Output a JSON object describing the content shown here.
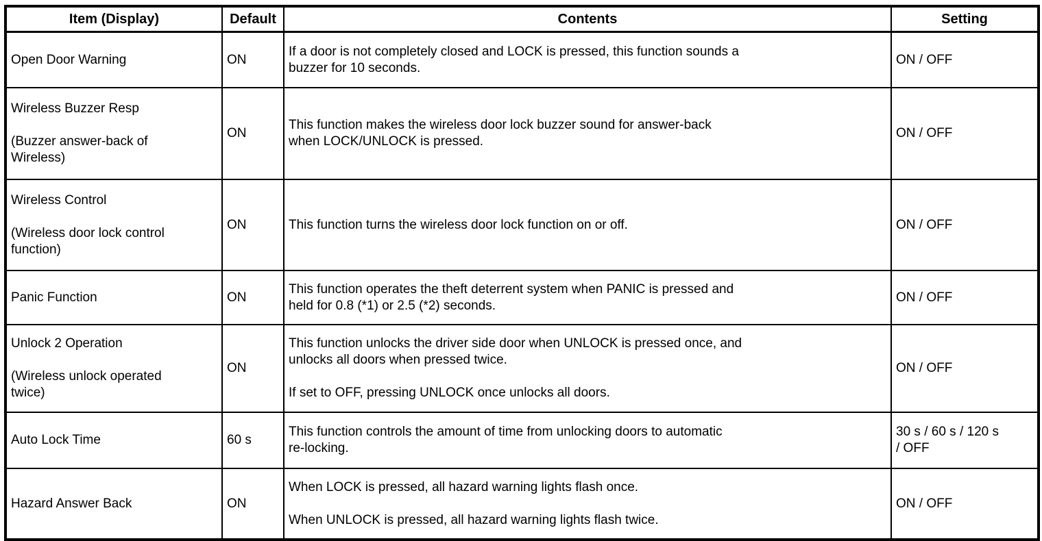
{
  "table": {
    "headers": {
      "item": "Item (Display)",
      "default": "Default",
      "contents": "Contents",
      "setting": "Setting"
    },
    "rows": [
      {
        "item": [
          "Open Door Warning"
        ],
        "default": "ON",
        "contents": [
          "If a door is not completely closed and LOCK is pressed, this function sounds a\nbuzzer for 10 seconds."
        ],
        "setting": "ON / OFF"
      },
      {
        "item": [
          "Wireless Buzzer Resp",
          "(Buzzer answer-back of\nWireless)"
        ],
        "default": "ON",
        "contents": [
          "This function makes the wireless door lock buzzer sound for answer-back\nwhen LOCK/UNLOCK is pressed."
        ],
        "setting": "ON / OFF"
      },
      {
        "item": [
          "Wireless Control",
          "(Wireless door lock control\nfunction)"
        ],
        "default": "ON",
        "contents": [
          "This function turns the wireless door lock function on or off."
        ],
        "setting": "ON / OFF"
      },
      {
        "item": [
          "Panic Function"
        ],
        "default": "ON",
        "contents": [
          "This function operates the theft deterrent system when PANIC is pressed and\nheld for 0.8 (*1) or 2.5 (*2) seconds."
        ],
        "setting": "ON / OFF"
      },
      {
        "item": [
          "Unlock 2 Operation",
          "(Wireless unlock operated\ntwice)"
        ],
        "default": "ON",
        "contents": [
          "This function unlocks the driver side door when UNLOCK is pressed once, and\nunlocks all doors when pressed twice.",
          "If set to OFF, pressing UNLOCK once unlocks all doors."
        ],
        "setting": "ON / OFF"
      },
      {
        "item": [
          "Auto Lock Time"
        ],
        "default": "60 s",
        "contents": [
          "This function controls the amount of time from unlocking doors to automatic\nre-locking."
        ],
        "setting": "30 s / 60 s / 120 s\n/ OFF"
      },
      {
        "item": [
          "Hazard Answer Back"
        ],
        "default": "ON",
        "contents": [
          "When LOCK is pressed, all hazard warning lights flash once.",
          "When UNLOCK is pressed, all hazard warning lights flash twice."
        ],
        "setting": "ON / OFF"
      }
    ]
  }
}
